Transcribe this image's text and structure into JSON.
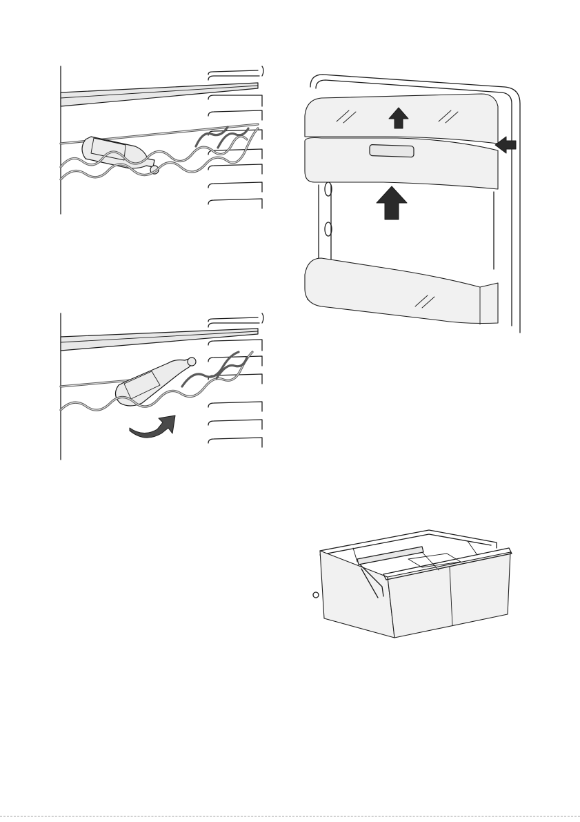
{
  "figures": [
    {
      "id": "bottle-flat",
      "depicts": "wine-rack-with-bottle-lying-flat"
    },
    {
      "id": "bottle-tilted",
      "depicts": "wine-rack-with-bottle-tilted-upward"
    },
    {
      "id": "door-shelf",
      "depicts": "door-balcony-lift-out"
    },
    {
      "id": "crisper-drawer",
      "depicts": "crisper-drawer-with-divider"
    }
  ],
  "icons": {
    "up_arrow": "arrow-up-icon",
    "side_arrow": "arrow-left-icon",
    "rotate_arrow": "curved-arrow-icon"
  },
  "colors": {
    "line": "#1a1a1a",
    "fill": "#e8e8e8",
    "wire": "#5a5a5a",
    "arrow": "#2a2a2a"
  }
}
